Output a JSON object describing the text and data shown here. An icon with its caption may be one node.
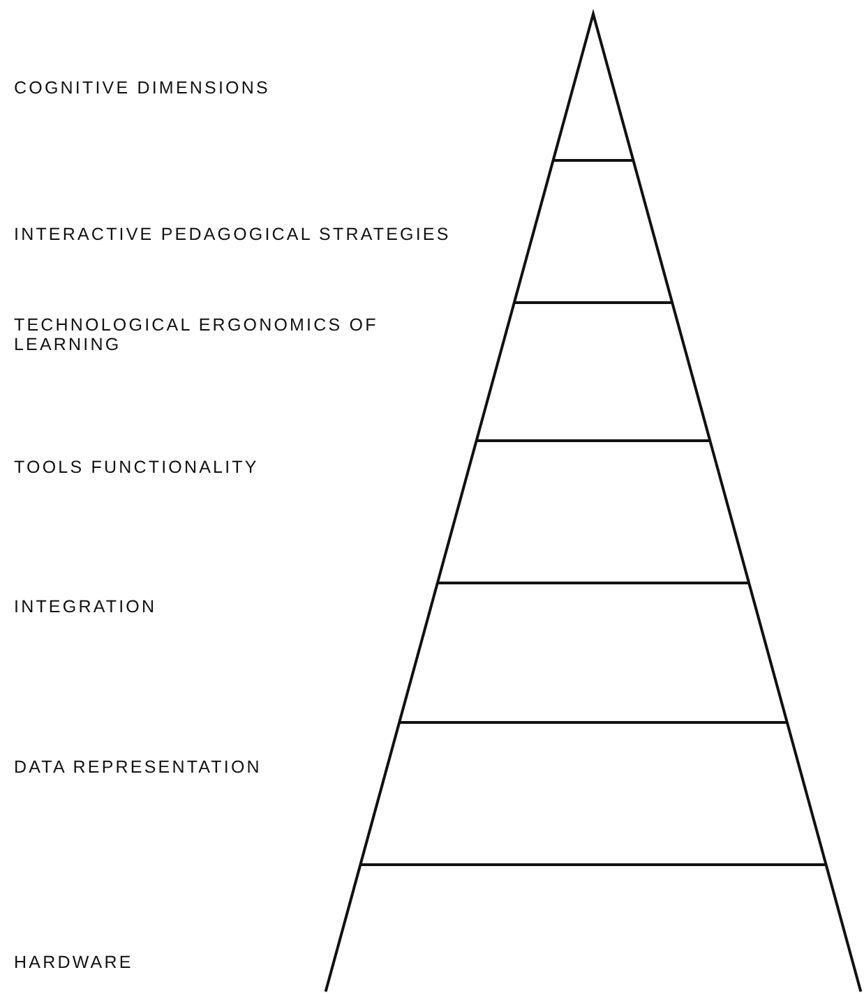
{
  "diagram": {
    "labels": [
      "COGNITIVE DIMENSIONS",
      "INTERACTIVE PEDAGOGICAL STRATEGIES",
      "TECHNOLOGICAL ERGONOMICS OF LEARNING",
      "TOOLS FUNCTIONALITY",
      "INTEGRATION",
      "DATA REPRESENTATION",
      "HARDWARE"
    ]
  }
}
